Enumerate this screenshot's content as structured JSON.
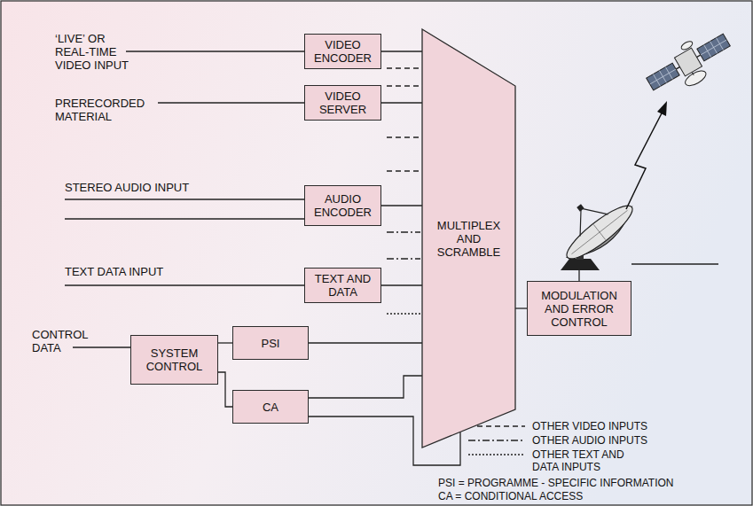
{
  "diagram": {
    "nodes": [
      {
        "text": [
          "VIDEO ENCODER"
        ]
      },
      {
        "text": [
          "VIDEO SERVER"
        ]
      },
      {
        "text": [
          "AUDIO ENCODER"
        ]
      },
      {
        "text": [
          "TEXT AND DATA"
        ]
      },
      {
        "text": [
          "SYSTEM CONTROL"
        ]
      },
      {
        "text": [
          "PSI"
        ]
      },
      {
        "text": [
          "CA"
        ]
      },
      {
        "text": [
          "MULTIPLEX AND SCRAMBLE"
        ]
      },
      {
        "text": [
          "MODULATION AND ERROR CONTROL"
        ]
      }
    ],
    "edges": [
      {
        "from": 0,
        "to": 7,
        "arrow": "none"
      },
      {
        "from": 1,
        "to": 7,
        "arrow": "none"
      },
      {
        "from": 2,
        "to": 7,
        "arrow": "none"
      },
      {
        "from": 3,
        "to": 7,
        "arrow": "none"
      },
      {
        "from": 4,
        "to": 5,
        "arrow": "none"
      },
      {
        "from": 4,
        "to": 6,
        "arrow": "none"
      },
      {
        "from": 5,
        "to": 7,
        "arrow": "none"
      },
      {
        "from": 6,
        "to": 7,
        "arrow": "none"
      },
      {
        "from": 6,
        "to": 7,
        "arrow": "none"
      },
      {
        "from": 7,
        "to": 8,
        "arrow": "none"
      }
    ],
    "labels": [
      "‘LIVE’ OR REAL-TIME VIDEO INPUT",
      "PRERECORDED MATERIAL",
      "STEREO AUDIO INPUT",
      "TEXT DATA INPUT",
      "CONTROL DATA",
      "PSI = PROGRAMME - SPECIFIC INFORMATION",
      "CA = CONDITIONAL ACCESS"
    ],
    "legend": [
      {
        "text": "OTHER VIDEO INPUTS"
      },
      {
        "text": "OTHER AUDIO INPUTS"
      },
      {
        "text": "OTHER TEXT AND DATA INPUTS"
      }
    ]
  }
}
